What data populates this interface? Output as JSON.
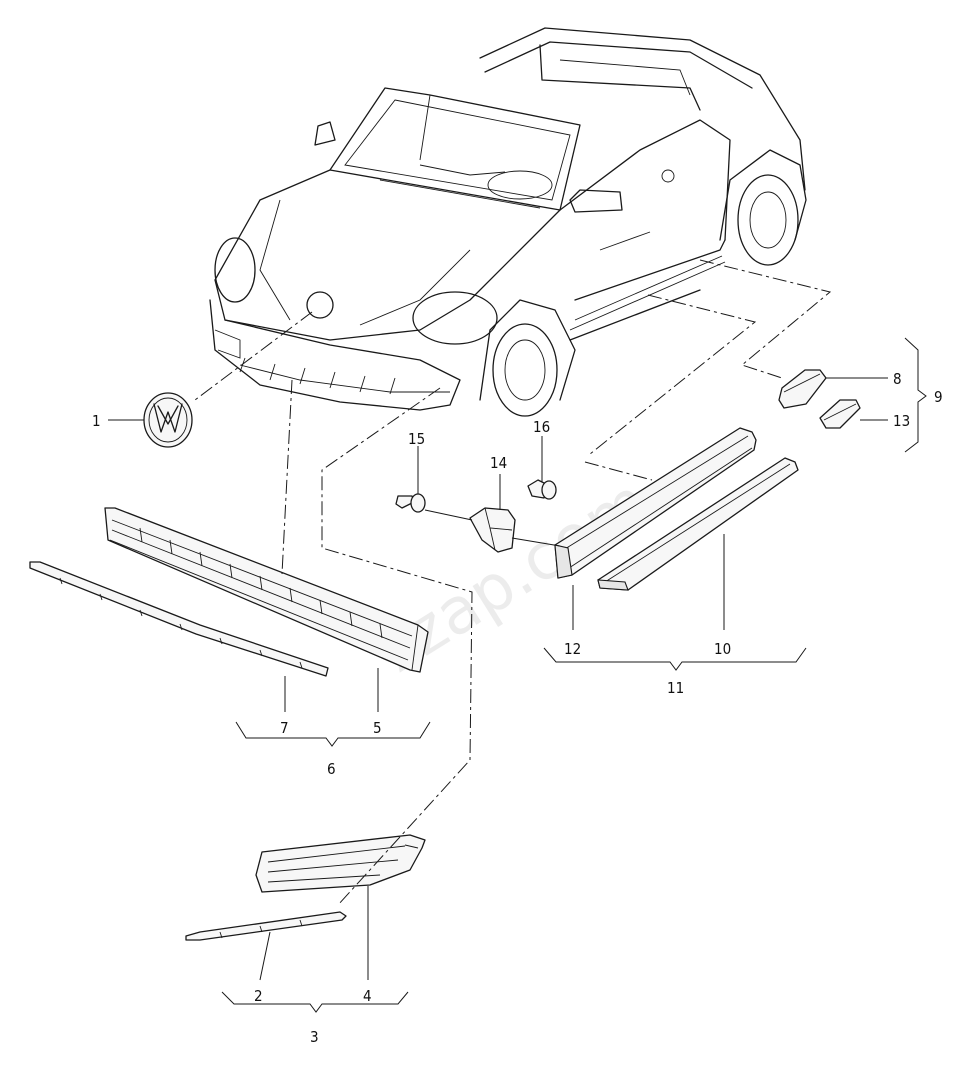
{
  "diagram": {
    "watermark": "7zap.com",
    "callouts": [
      {
        "id": "c1",
        "label": "1"
      },
      {
        "id": "c2",
        "label": "2"
      },
      {
        "id": "c3",
        "label": "3"
      },
      {
        "id": "c4",
        "label": "4"
      },
      {
        "id": "c5",
        "label": "5"
      },
      {
        "id": "c6",
        "label": "6"
      },
      {
        "id": "c7",
        "label": "7"
      },
      {
        "id": "c8",
        "label": "8"
      },
      {
        "id": "c9",
        "label": "9"
      },
      {
        "id": "c10",
        "label": "10"
      },
      {
        "id": "c11",
        "label": "11"
      },
      {
        "id": "c12",
        "label": "12"
      },
      {
        "id": "c13",
        "label": "13"
      },
      {
        "id": "c14",
        "label": "14"
      },
      {
        "id": "c15",
        "label": "15"
      },
      {
        "id": "c16",
        "label": "16"
      }
    ]
  }
}
